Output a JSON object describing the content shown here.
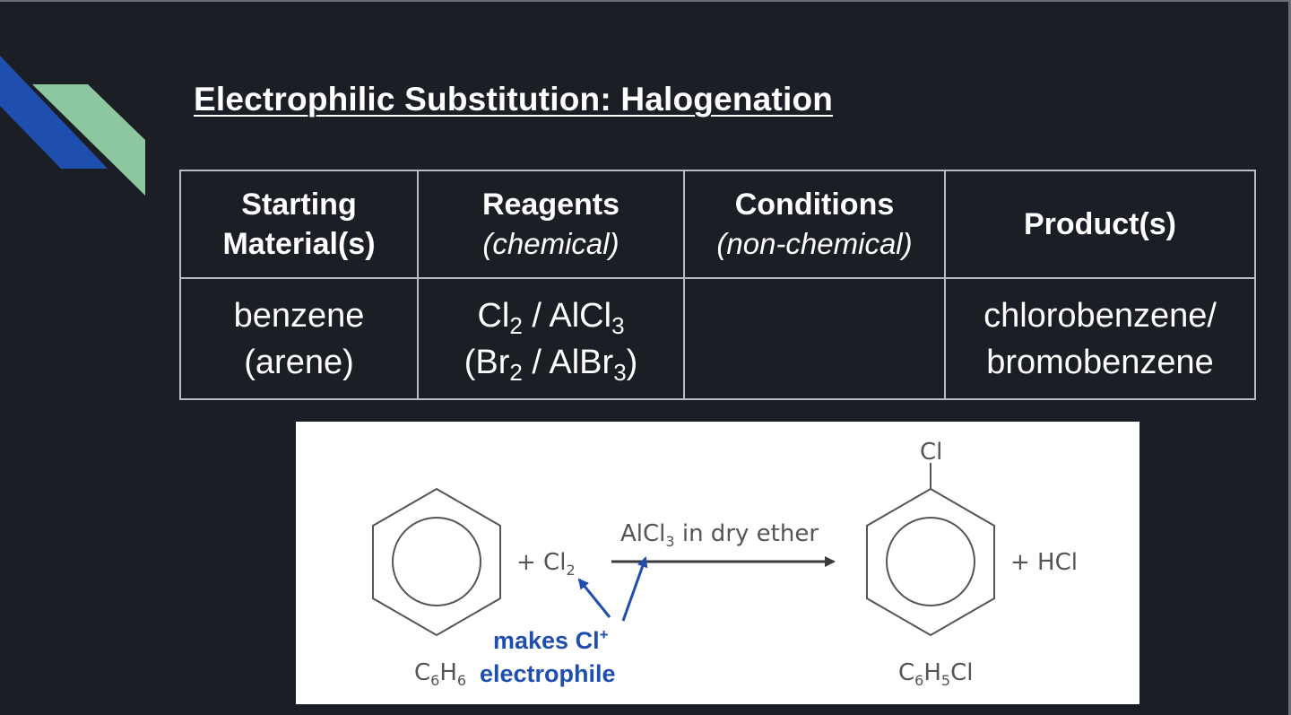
{
  "slide": {
    "title": "Electrophilic Substitution: Halogenation",
    "accent_colors": {
      "dark_blue": "#1f4fae",
      "mint_green": "#8cc7a0"
    }
  },
  "table": {
    "headers": [
      {
        "main": "Starting Material(s)",
        "sub": ""
      },
      {
        "main": "Reagents",
        "sub": "(chemical)"
      },
      {
        "main": "Conditions",
        "sub": "(non-chemical)"
      },
      {
        "main": "Product(s)",
        "sub": ""
      }
    ],
    "row": {
      "starting_material": [
        "benzene",
        "(arene)"
      ],
      "reagents": [
        "Cl2 / AlCl3",
        "(Br2 / AlBr3)"
      ],
      "conditions": "",
      "products": [
        "chlorobenzene/",
        "bromobenzene"
      ]
    }
  },
  "diagram": {
    "reactant_formula": "C6H6",
    "plus_reagent": "+ Cl2",
    "arrow_label": "AlCl3 in dry ether",
    "product_substituent": "Cl",
    "byproduct": "+ HCl",
    "product_formula": "C6H5Cl",
    "annotation_line1": "makes Cl+",
    "annotation_line2": "electrophile",
    "annotation_color": "#1f4fae"
  }
}
